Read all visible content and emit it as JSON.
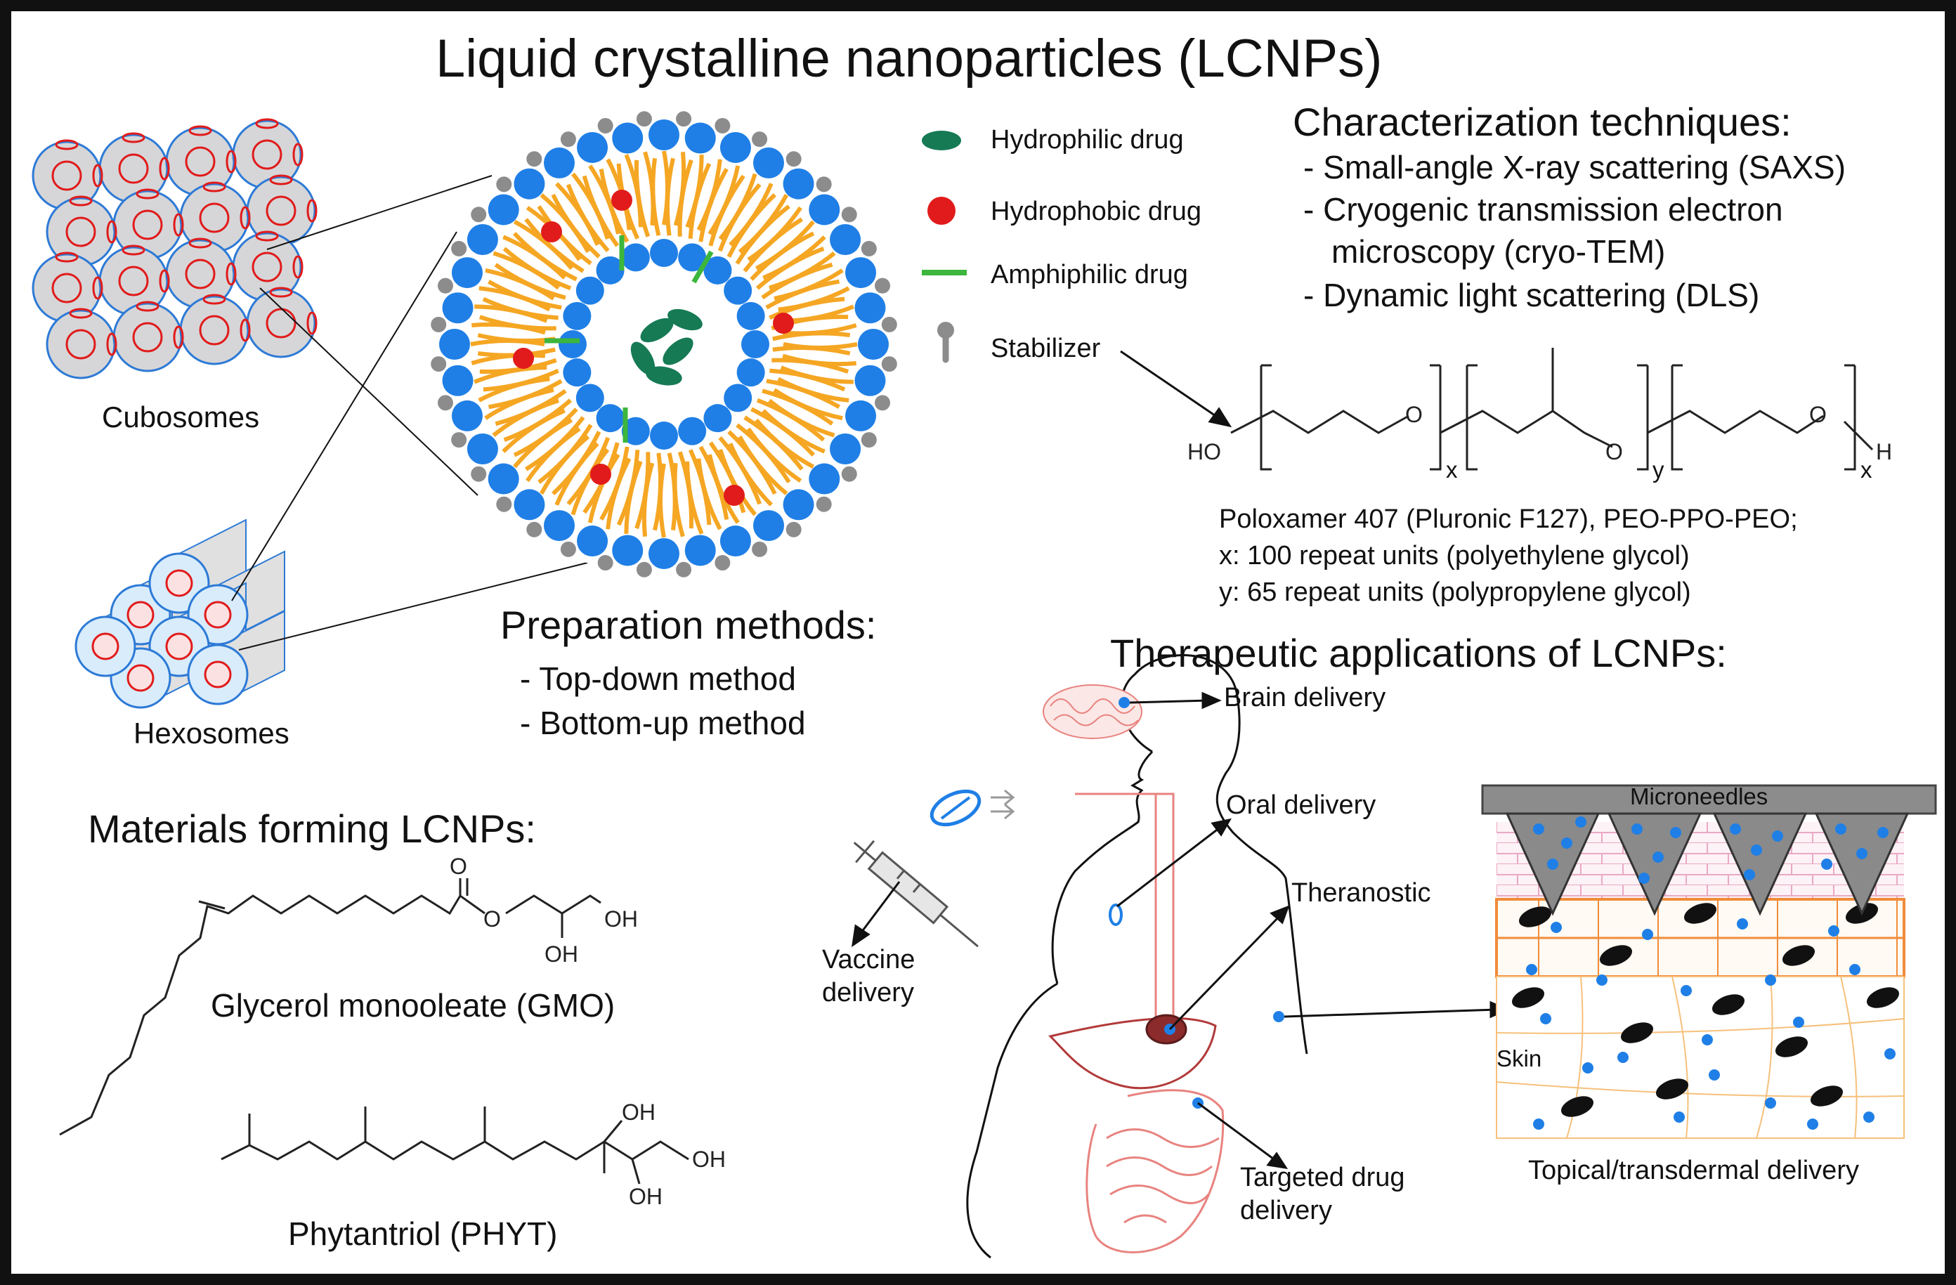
{
  "title": "Liquid crystalline nanoparticles (LCNPs)",
  "structures": {
    "cubosomes_label": "Cubosomes",
    "hexosomes_label": "Hexosomes"
  },
  "legend": [
    {
      "icon": "hydrophilic-drug-icon",
      "label": "Hydrophilic drug",
      "color": "#167a55"
    },
    {
      "icon": "hydrophobic-drug-icon",
      "label": "Hydrophobic drug",
      "color": "#e11b1b"
    },
    {
      "icon": "amphiphilic-drug-icon",
      "label": "Amphiphilic drug",
      "color": "#3cb63c"
    },
    {
      "icon": "stabilizer-icon",
      "label": "Stabilizer",
      "color": "#8c8c8c"
    }
  ],
  "characterization": {
    "heading": "Characterization techniques:",
    "items": [
      "- Small-angle X-ray scattering (SAXS)",
      "- Cryogenic transmission electron",
      "microscopy (cryo-TEM)",
      "- Dynamic light scattering (DLS)"
    ]
  },
  "poloxamer": {
    "ho": "HO",
    "o1": "O",
    "o2": "O",
    "o3": "O",
    "h": "H",
    "sub_x1": "x",
    "sub_y": "y",
    "sub_x2": "x",
    "lines": [
      "Poloxamer 407 (Pluronic F127), PEO-PPO-PEO;",
      "x: 100 repeat units (polyethylene glycol)",
      "y: 65 repeat units (polypropylene glycol)"
    ]
  },
  "preparation": {
    "heading": "Preparation methods:",
    "items": [
      "- Top-down method",
      "- Bottom-up method"
    ]
  },
  "materials": {
    "heading": "Materials forming LCNPs:",
    "gmo_label": "Glycerol monooleate (GMO)",
    "phyt_label": "Phytantriol (PHYT)",
    "gmo_atoms": {
      "o_top": "O",
      "o_ester": "O",
      "oh1": "OH",
      "oh2": "OH"
    },
    "phyt_atoms": {
      "oh1": "OH",
      "oh2": "OH",
      "oh3": "OH"
    }
  },
  "applications": {
    "heading": "Therapeutic applications of LCNPs:",
    "brain": "Brain delivery",
    "oral": "Oral delivery",
    "theranostic": "Theranostic",
    "vaccine_1": "Vaccine",
    "vaccine_2": "delivery",
    "targeted_1": "Targeted drug",
    "targeted_2": "delivery",
    "microneedles": "Microneedles",
    "skin": "Skin",
    "topical": "Topical/transdermal delivery"
  },
  "colors": {
    "lipid_tail": "#f5a623",
    "head_group": "#1f7fe6",
    "hydrophobic": "#e11b1b",
    "hydrophilic": "#167a55",
    "amphiphilic": "#3cb63c",
    "stabilizer": "#8c8c8c",
    "organ_pink": "#e8837f"
  }
}
